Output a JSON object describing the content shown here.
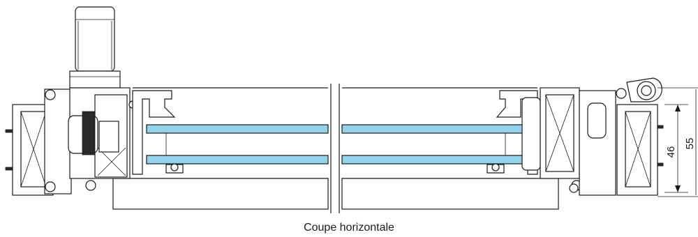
{
  "caption": "Coupe horizontale",
  "dimensions": {
    "inner_height": "46",
    "outer_height": "55"
  },
  "colors": {
    "glass": "#8fd3ef",
    "line": "#1a1a1a"
  }
}
